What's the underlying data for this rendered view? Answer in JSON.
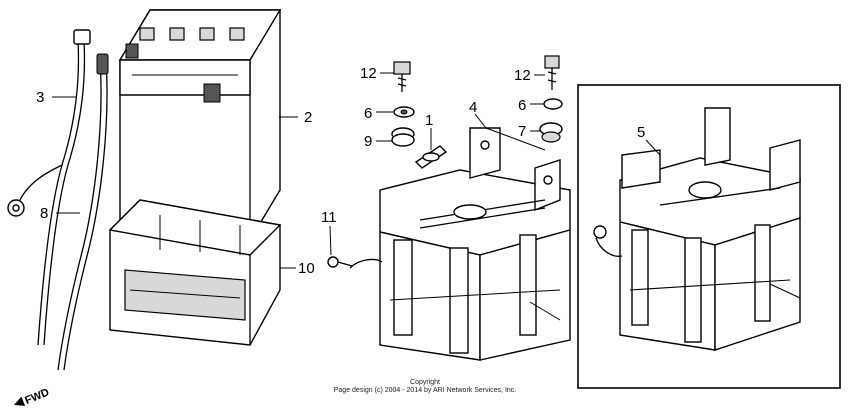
{
  "diagram": {
    "callouts": [
      {
        "id": "c3",
        "label": "3"
      },
      {
        "id": "c8",
        "label": "8"
      },
      {
        "id": "c2",
        "label": "2"
      },
      {
        "id": "c10",
        "label": "10"
      },
      {
        "id": "c12a",
        "label": "12"
      },
      {
        "id": "c6a",
        "label": "6"
      },
      {
        "id": "c9",
        "label": "9"
      },
      {
        "id": "c1",
        "label": "1"
      },
      {
        "id": "c4",
        "label": "4"
      },
      {
        "id": "c11",
        "label": "11"
      },
      {
        "id": "c12b",
        "label": "12"
      },
      {
        "id": "c6b",
        "label": "6"
      },
      {
        "id": "c7",
        "label": "7"
      },
      {
        "id": "c5",
        "label": "5"
      }
    ],
    "direction_label": "FWD",
    "copyright_line1": "Copyright",
    "copyright_line2": "Page design (c) 2004 - 2014 by ARI Network Services, Inc."
  }
}
